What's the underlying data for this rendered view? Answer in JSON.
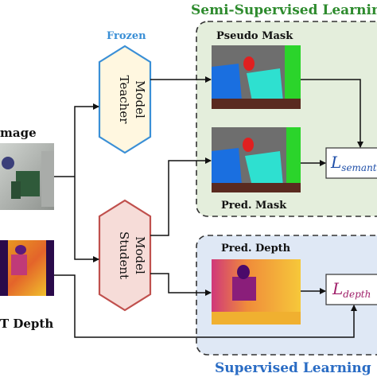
{
  "semi_supervised": {
    "title": "Semi-Supervised Learning",
    "pseudo_mask_label": "Pseudo Mask",
    "pred_mask_label": "Pred. Mask",
    "loss_label": "L",
    "loss_subscript": "semanti",
    "bg_color": "#e4eedc",
    "title_color": "#2e8b2e"
  },
  "supervised": {
    "title": "Supervised Learning",
    "pred_depth_label": "Pred. Depth",
    "loss_label": "L",
    "loss_subscript": "depth",
    "bg_color": "#dfe8f5",
    "title_color": "#2a6cc4"
  },
  "teacher": {
    "label_line1": "Teacher",
    "label_line2": "Model",
    "frozen_label": "Frozen",
    "stroke_color": "#3a8fd6",
    "fill_color": "#fff7e0"
  },
  "student": {
    "label_line1": "Student",
    "label_line2": "Model",
    "stroke_color": "#c0504d",
    "fill_color": "#f6dcd8"
  },
  "inputs": {
    "image_label": "mage",
    "depth_label": "T Depth"
  },
  "colors": {
    "loss_semantic": "#1f4fa8",
    "loss_depth": "#a0206a"
  }
}
